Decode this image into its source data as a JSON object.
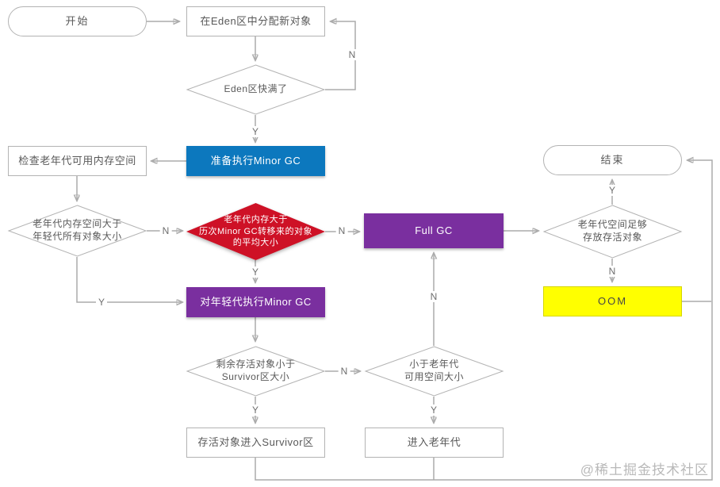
{
  "nodes": {
    "start": "开始",
    "allocate_eden": "在Eden区中分配新对象",
    "eden_almost_full": "Eden区快满了",
    "prepare_minor_gc": "准备执行Minor GC",
    "check_old_gen": "检查老年代可用内存空间",
    "old_gt_young": "老年代内存空间大于\n年轻代所有对象大小",
    "old_gt_avg_promoted": "老年代内存大于\n历次Minor GC转移来的对象\n的平均大小",
    "full_gc": "Full GC",
    "old_space_enough": "老年代空间足够\n存放存活对象",
    "end": "结束",
    "oom": "OOM",
    "minor_gc_young": "对年轻代执行Minor GC",
    "survivors_lt_survivor": "剩余存活对象小于\nSurvivor区大小",
    "lt_old_available": "小于老年代\n可用空间大小",
    "into_survivor": "存活对象进入Survivor区",
    "into_old_gen": "进入老年代"
  },
  "edge_labels": {
    "yes": "Y",
    "no": "N"
  },
  "watermark": "@稀土掘金技术社区",
  "colors": {
    "minor_gc_blue": "#0c78be",
    "decision_red": "#ce1126",
    "full_gc_purple": "#7a2f9f",
    "oom_yellow": "#ffff00",
    "line_gray": "#ababab",
    "text_gray": "#595959"
  }
}
